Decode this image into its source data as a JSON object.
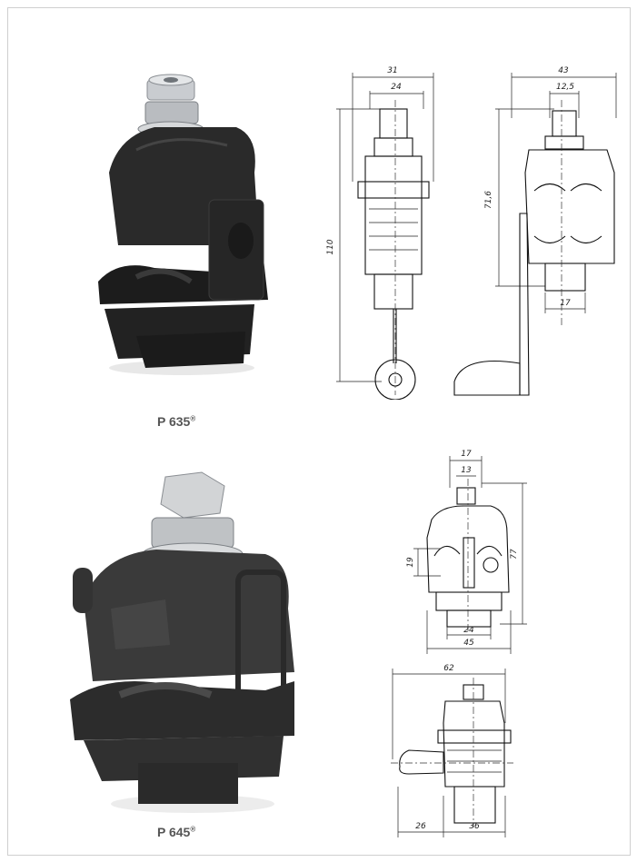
{
  "products": [
    {
      "label": "P 635",
      "mark": "®"
    },
    {
      "label": "P 645",
      "mark": "®"
    }
  ],
  "drawing1": {
    "dims": {
      "w_outer": "31",
      "w_inner": "24",
      "height": "110",
      "side_w": "43",
      "side_nut": "12,5",
      "side_h": "71,6",
      "side_base": "17"
    }
  },
  "drawing2": {
    "dims": {
      "top_outer": "17",
      "top_inner": "13",
      "cable": "19",
      "height": "77",
      "base_inner": "24",
      "base_outer": "45"
    }
  },
  "drawing3": {
    "dims": {
      "width": "62",
      "left": "26",
      "right": "36"
    }
  }
}
